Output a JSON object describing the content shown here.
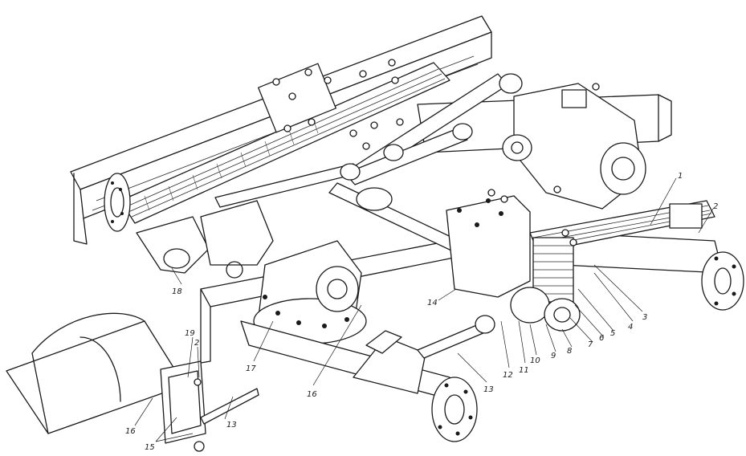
{
  "callouts": [
    {
      "id": "c1",
      "text": "1"
    },
    {
      "id": "c2",
      "text": "2"
    },
    {
      "id": "c3",
      "text": "3"
    },
    {
      "id": "c4",
      "text": "4"
    },
    {
      "id": "c5",
      "text": "5"
    },
    {
      "id": "c6",
      "text": "6"
    },
    {
      "id": "c7",
      "text": "7"
    },
    {
      "id": "c8",
      "text": "8"
    },
    {
      "id": "c9",
      "text": "9"
    },
    {
      "id": "c10",
      "text": "10"
    },
    {
      "id": "c11",
      "text": "11"
    },
    {
      "id": "c12",
      "text": "12"
    },
    {
      "id": "c13",
      "text": "13"
    },
    {
      "id": "c14",
      "text": "14"
    },
    {
      "id": "c16",
      "text": "16"
    },
    {
      "id": "c17",
      "text": "17"
    },
    {
      "id": "c18",
      "text": "18"
    },
    {
      "id": "d19",
      "text": "19"
    },
    {
      "id": "d2",
      "text": "2"
    },
    {
      "id": "d13",
      "text": "13"
    },
    {
      "id": "d16",
      "text": "16"
    },
    {
      "id": "d15",
      "text": "15"
    }
  ]
}
